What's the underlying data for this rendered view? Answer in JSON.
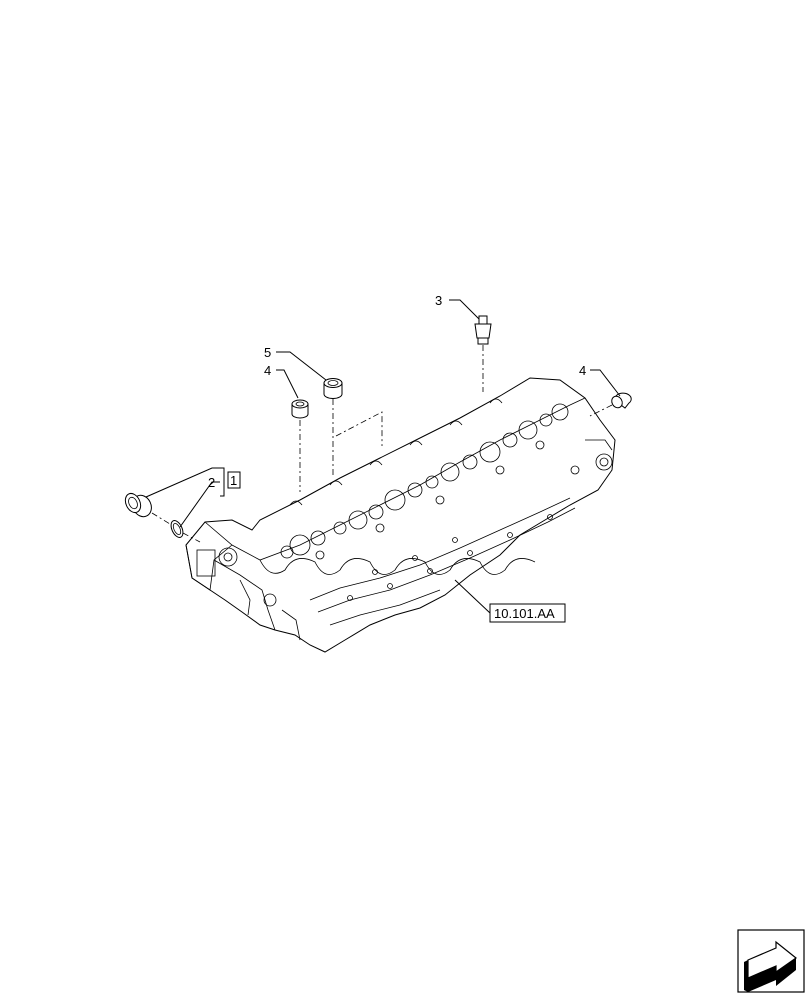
{
  "callouts": {
    "c1": "1",
    "c2": "2",
    "c3": "3",
    "c4a": "4",
    "c4b": "4",
    "c5": "5"
  },
  "reference": {
    "label": "10.101.AA"
  },
  "icons": {
    "nav": "next-page-arrow-icon"
  }
}
